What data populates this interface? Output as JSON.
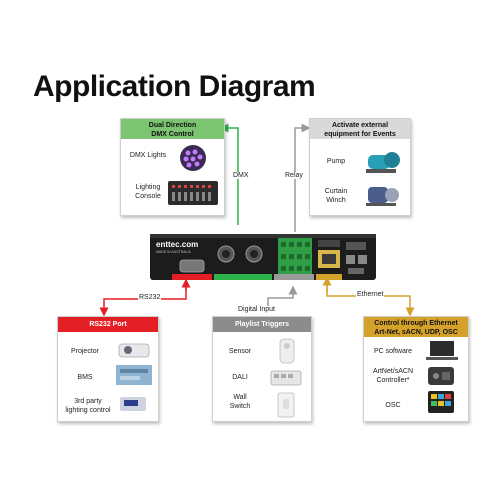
{
  "title": "Application Diagram",
  "device": {
    "brand": "enttec.com",
    "sub": "MADE IN AUSTRALIA"
  },
  "connections": {
    "dmx": "DMX",
    "relay": "Relay",
    "rs232": "RS232",
    "digital_input": "Digital Input",
    "ethernet": "Ethernet"
  },
  "boxes": {
    "dmx_control": {
      "header": [
        "Dual Direction",
        "DMX Control"
      ],
      "items": [
        "DMX Lights",
        "Lighting\nConsole"
      ],
      "color": "#7cc472"
    },
    "external": {
      "header": [
        "Activate external",
        "equipment for Events"
      ],
      "items": [
        "Pump",
        "Curtain\nWinch"
      ],
      "color": "#d9d9d9"
    },
    "rs232_port": {
      "header": [
        "RS232 Port"
      ],
      "items": [
        "Projector",
        "BMS",
        "3rd party\nlighting control"
      ],
      "color": "#e31e24"
    },
    "playlist": {
      "header": [
        "Playlist Triggers"
      ],
      "items": [
        "Sensor",
        "DALI",
        "Wall\nSwitch"
      ],
      "color": "#8c8c8c"
    },
    "ethernet_ctrl": {
      "header": [
        "Control through Ethernet",
        "Art-Net, sACN, UDP, OSC"
      ],
      "items": [
        "PC software",
        "ArtNet/sACN\nController*",
        "OSC"
      ],
      "color": "#d4a22a"
    }
  },
  "colors": {
    "green": "#2db34a",
    "gray": "#9a9a9a",
    "red": "#e31e24",
    "gold": "#d4a22a",
    "device": "#1c1c1c"
  }
}
